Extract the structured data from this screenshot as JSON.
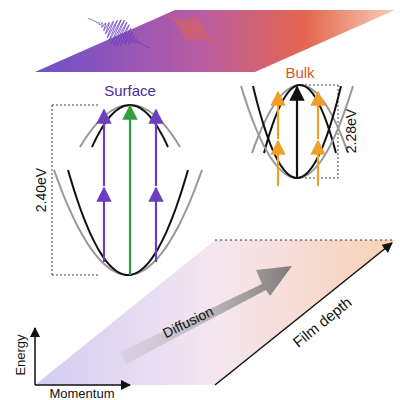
{
  "diagram": {
    "labels": [
      "Surface",
      "Bulk",
      "2.40eV",
      "2.28eV",
      "Diffusion",
      "Film depth",
      "Energy",
      "Momentum"
    ]
  }
}
